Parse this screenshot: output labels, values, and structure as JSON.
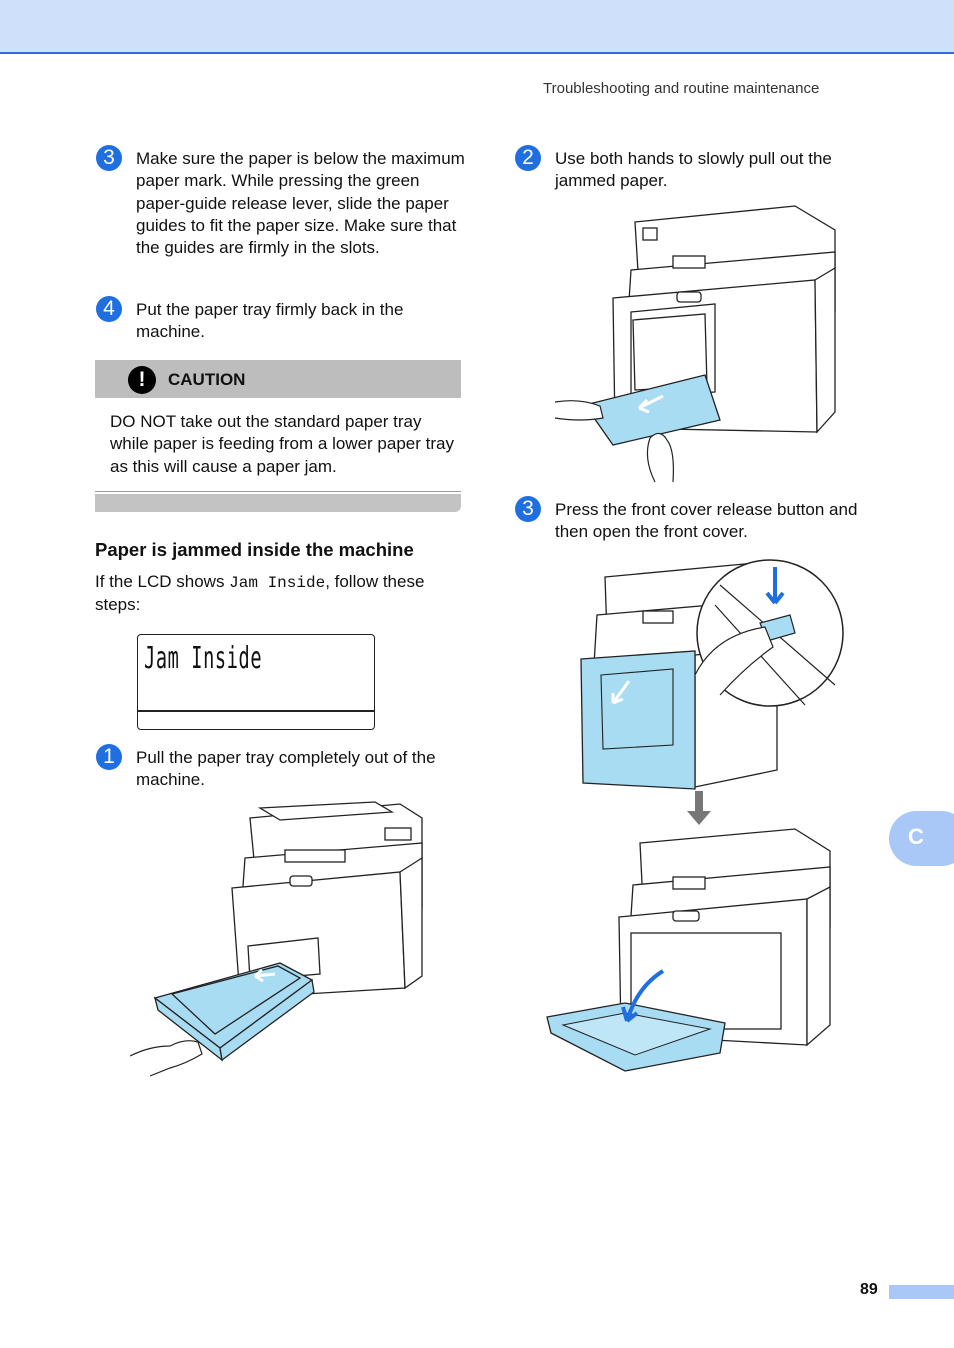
{
  "header": {
    "running_head": "Troubleshooting and routine maintenance"
  },
  "left_column": {
    "step3": {
      "number": "3",
      "text": "Make sure the paper is below the maximum paper mark. While pressing the green paper-guide release lever, slide the paper guides to fit the paper size. Make sure that the guides are firmly in the slots."
    },
    "step4": {
      "number": "4",
      "text": "Put the paper tray firmly back in the machine."
    },
    "caution": {
      "icon": "!",
      "title": "CAUTION",
      "text": "DO NOT take out the standard paper tray while paper is feeding from a lower paper tray as this will cause a paper jam."
    },
    "section_heading": "Paper is jammed inside the machine",
    "intro_before": "If the LCD shows ",
    "intro_code": "Jam Inside",
    "intro_after": ", follow these steps:",
    "lcd_text": "Jam Inside",
    "step1": {
      "number": "1",
      "text": "Pull the paper tray completely out of the machine."
    }
  },
  "right_column": {
    "step2": {
      "number": "2",
      "text": "Use both hands to slowly pull out the jammed paper."
    },
    "step3": {
      "number": "3",
      "text": "Press the front cover release button and then open the front cover."
    }
  },
  "side_tab": {
    "letter": "C"
  },
  "footer": {
    "page_number": "89"
  },
  "colors": {
    "accent": "#1f6fe0",
    "header_band": "#cfe0fb",
    "tab": "#a9c8f7",
    "highlight": "#a8dcf2",
    "caution_band": "#bdbdbd"
  }
}
